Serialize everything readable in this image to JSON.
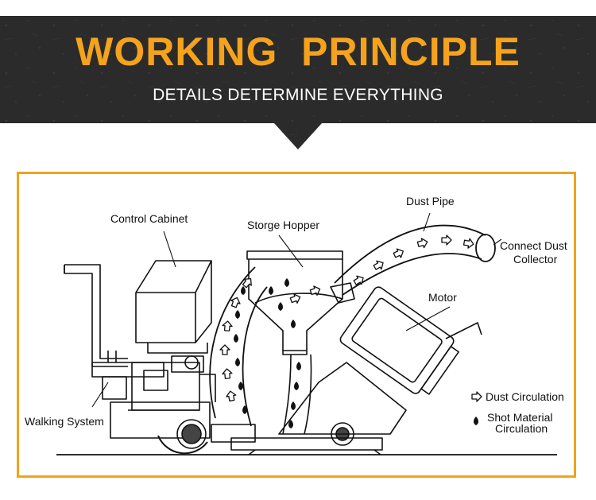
{
  "header": {
    "title": "WORKING  PRINCIPLE",
    "subtitle": "DETAILS DETERMINE EVERYTHING",
    "title_color": "#f5a21c",
    "background_color": "#2a2a2a",
    "frame_color": "#f0a31d"
  },
  "diagram": {
    "labels": {
      "control_cabinet": "Control Cabinet",
      "storage_hopper": "Storge Hopper",
      "dust_pipe": "Dust Pipe",
      "connect_dust_line1": "Connect Dust",
      "connect_dust_line2": "Collector",
      "motor": "Motor",
      "walking_system": "Walking System"
    },
    "legend": {
      "dust": "Dust Circulation",
      "shot_line1": "Shot Material",
      "shot_line2": "Circulation"
    }
  }
}
